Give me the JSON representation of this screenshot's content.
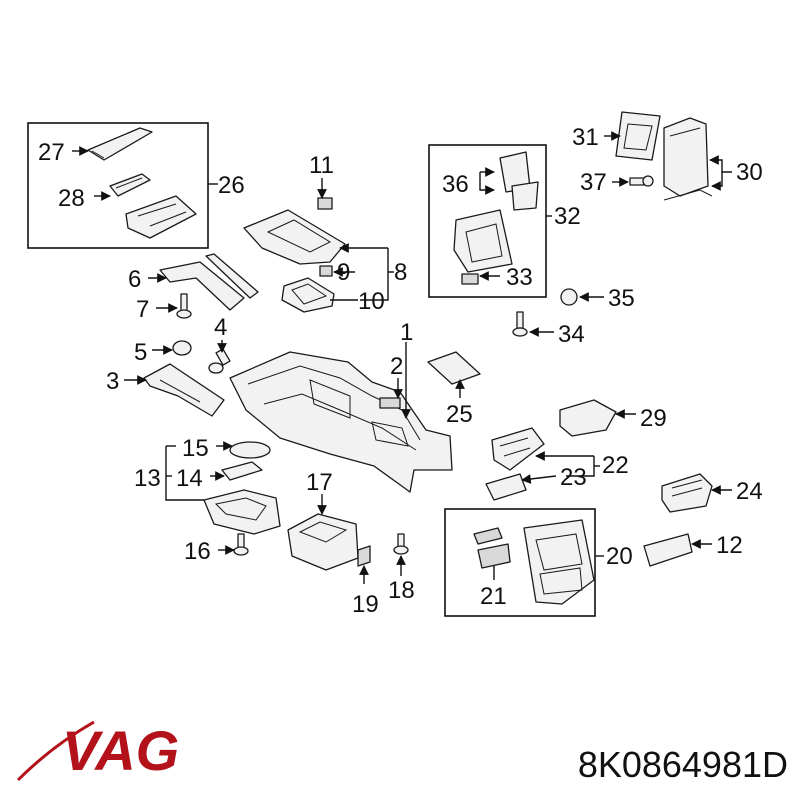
{
  "diagram": {
    "callouts": {
      "c1": "1",
      "c2": "2",
      "c3": "3",
      "c4": "4",
      "c5": "5",
      "c6": "6",
      "c7": "7",
      "c8": "8",
      "c9": "9",
      "c10": "10",
      "c11": "11",
      "c12": "12",
      "c13": "13",
      "c14": "14",
      "c15": "15",
      "c16": "16",
      "c17": "17",
      "c18": "18",
      "c19": "19",
      "c20": "20",
      "c21": "21",
      "c22": "22",
      "c23": "23",
      "c24": "24",
      "c25": "25",
      "c26": "26",
      "c27": "27",
      "c28": "28",
      "c29": "29",
      "c30": "30",
      "c31": "31",
      "c32": "32",
      "c33": "33",
      "c34": "34",
      "c35": "35",
      "c36": "36",
      "c37": "37"
    }
  },
  "footer": {
    "brand": "VAG",
    "part_number": "8K0864981D"
  },
  "colors": {
    "brand_red": "#b3121b",
    "line": "#111111"
  }
}
